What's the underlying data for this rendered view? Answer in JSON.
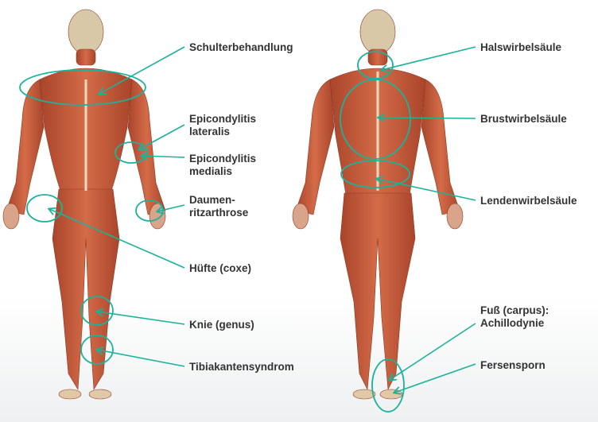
{
  "accent_color": "#1bb39a",
  "muscle_color": "#c25a3a",
  "figures": [
    {
      "name": "front-view",
      "icon": "anatomy-front-figure"
    },
    {
      "name": "back-view",
      "icon": "anatomy-back-figure"
    }
  ],
  "labels": {
    "schulter": "Schulterbehandlung",
    "epi_lat": "Epicondylitis\nlateralis",
    "epi_med": "Epicondylitis\nmedialis",
    "daumen": "Daumen-\nritzarthrose",
    "huefte": "Hüfte (coxe)",
    "knie": "Knie (genus)",
    "tibia": "Tibiakantensyndrom",
    "hals": "Halswirbelsäule",
    "brust": "Brustwirbelsäule",
    "lenden": "Lendenwirbelsäule",
    "fuss": "Fuß (carpus):\nAchillodynie",
    "fersen": "Fersensporn"
  }
}
